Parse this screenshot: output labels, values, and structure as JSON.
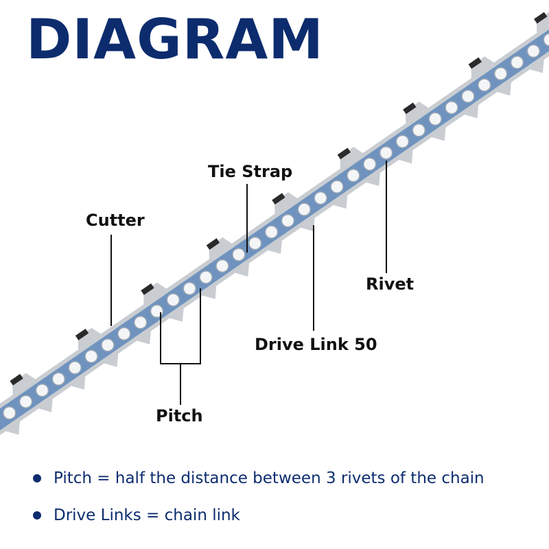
{
  "title": "DIAGRAM",
  "labels": {
    "tie_strap": "Tie Strap",
    "cutter": "Cutter",
    "rivet": "Rivet",
    "drive_link": "Drive Link 50",
    "pitch": "Pitch"
  },
  "notes": [
    "Pitch = half the distance between 3 rivets of the chain",
    "Drive Links = chain link"
  ],
  "colors": {
    "title": "#0d2c6e",
    "note_text": "#0d2c6e",
    "chain_blue": "#6f93be",
    "chain_steel": "#c9cdd2",
    "rivet": "#f4f5f7",
    "cutter_dark": "#2a2a2a"
  }
}
